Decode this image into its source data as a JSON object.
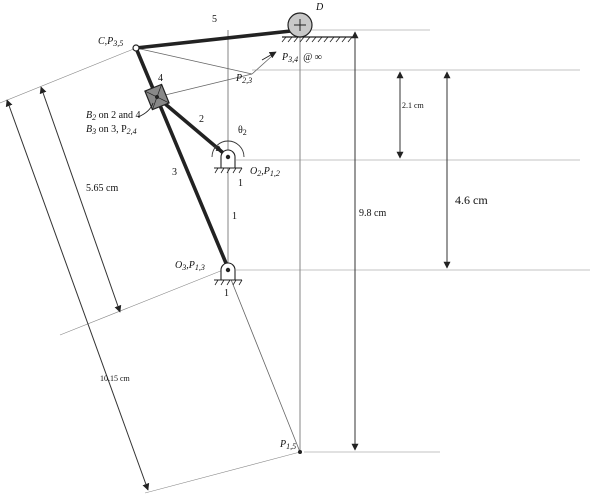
{
  "labels": {
    "D": "D",
    "five": "5",
    "C_name": "C,",
    "C_P": "P",
    "C_sub": "3,5",
    "four": "4",
    "P34": "P",
    "P34_sub": "3,4",
    "P34_inf": "@ ∞",
    "P23": "P",
    "P23_sub": "2,3",
    "B_line1": "B",
    "B_line1_sub": "2",
    "B_line1_rest": " on 2 and 4",
    "B_line2": "B",
    "B_line2_sub": "3",
    "B_line2_rest": " on 3, P",
    "B_line2_psub": "2,4",
    "two": "2",
    "theta": "θ",
    "theta_sub": "2",
    "three": "3",
    "one_a": "1",
    "O2": "O",
    "O2_sub": "2",
    "O2_P": ",P",
    "O2_Psub": "1,2",
    "one_b": "1",
    "O3": "O",
    "O3_sub": "3",
    "O3_P": ",P",
    "O3_Psub": "1,3",
    "one_c": "1",
    "P15": "P",
    "P15_sub": "1,5"
  },
  "dimensions": {
    "d565": "5.65 cm",
    "d1015": "10.15 cm",
    "d21": "2.1 cm",
    "d46": "4.6 cm",
    "d98": "9.8  cm"
  }
}
